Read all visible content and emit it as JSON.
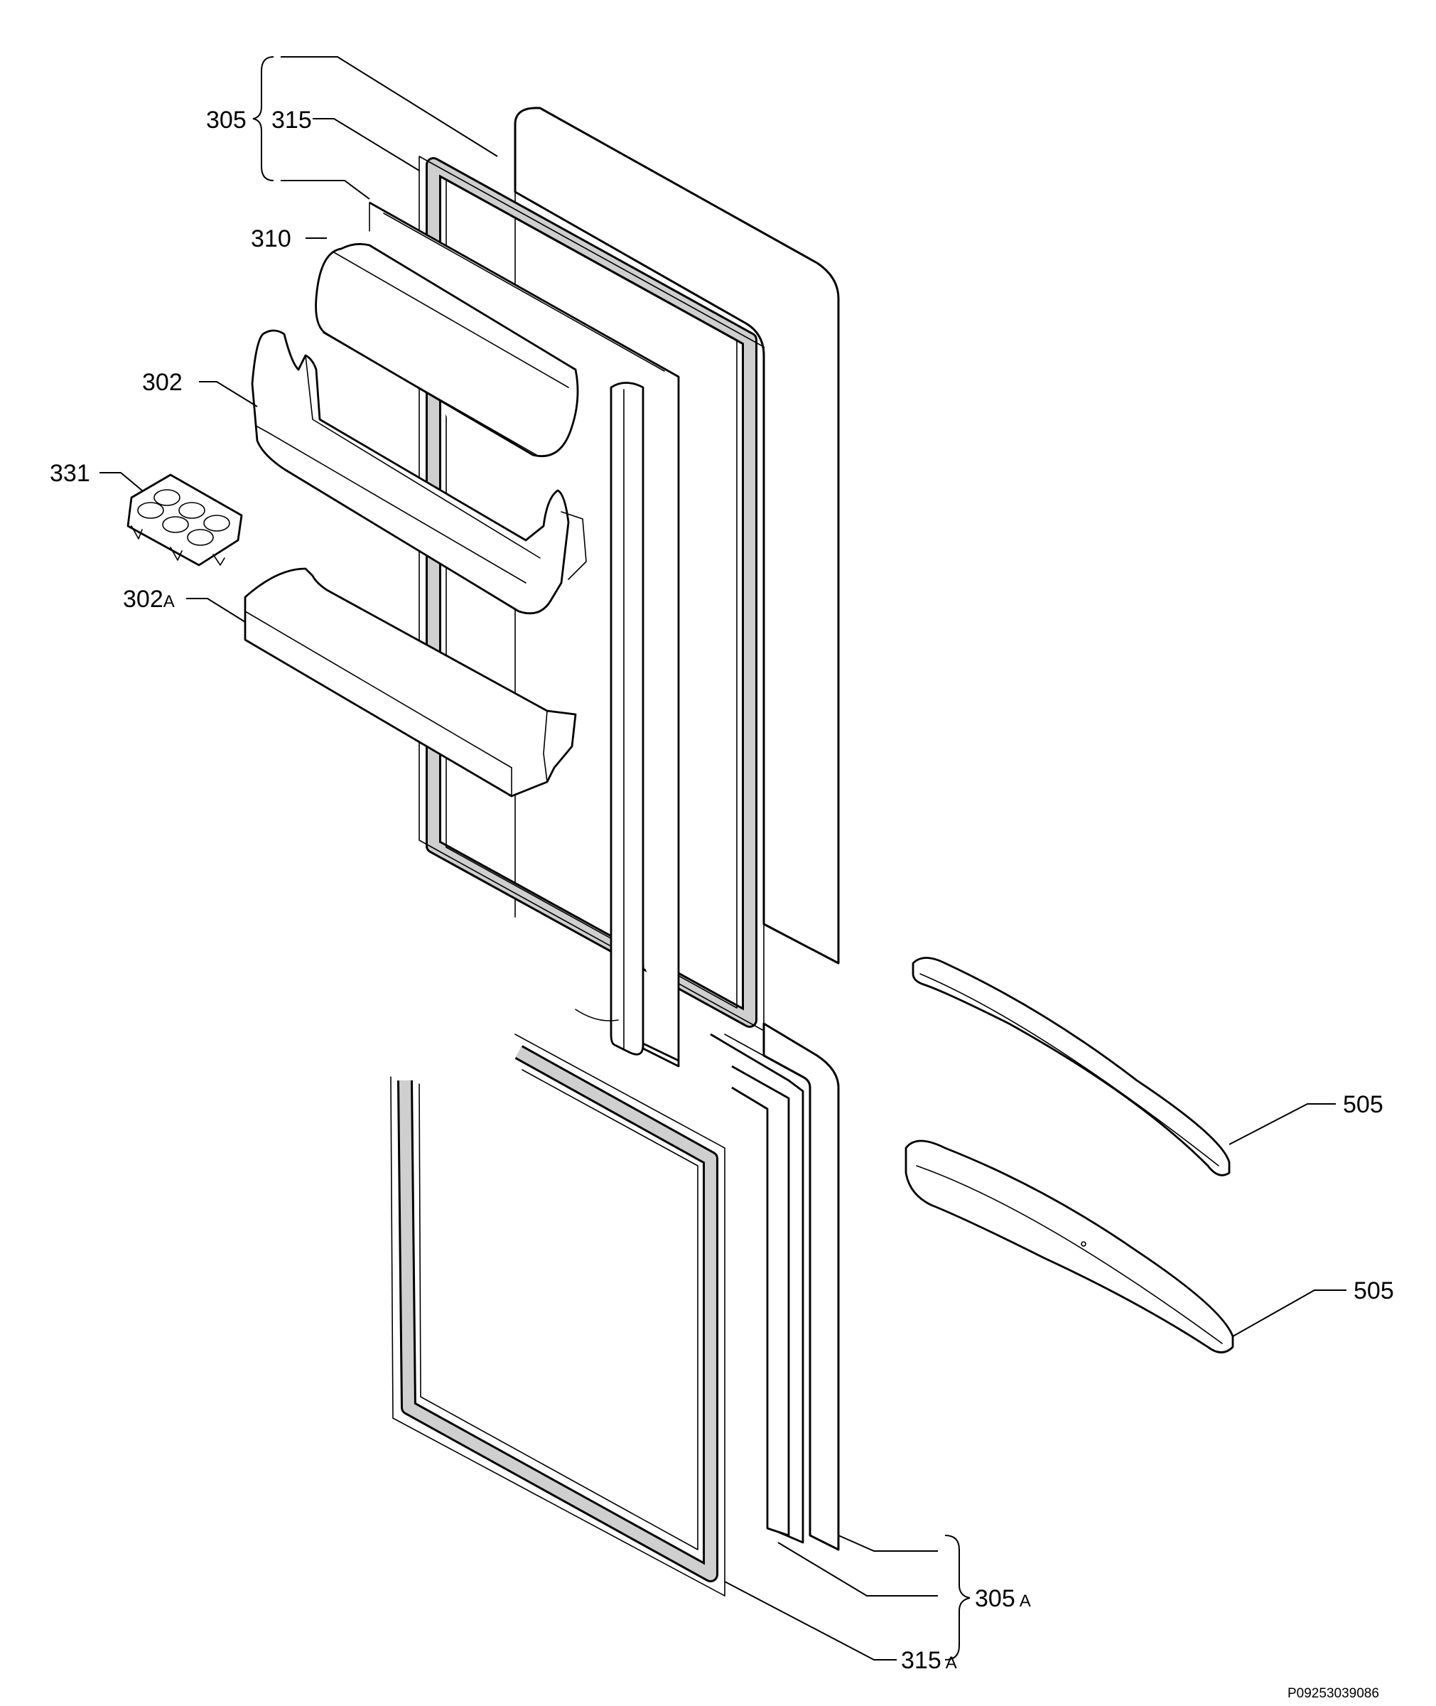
{
  "diagram": {
    "reference": "P09253039086",
    "callouts": {
      "c305": "305",
      "c315": "315",
      "c310": "310",
      "c302": "302",
      "c331": "331",
      "c302a_num": "302",
      "c302a_suffix": "A",
      "c505_top": "505",
      "c505_bottom": "505",
      "c305a_num": "305",
      "c305a_suffix": "A",
      "c315a_num": "315",
      "c315a_suffix": "A"
    }
  }
}
